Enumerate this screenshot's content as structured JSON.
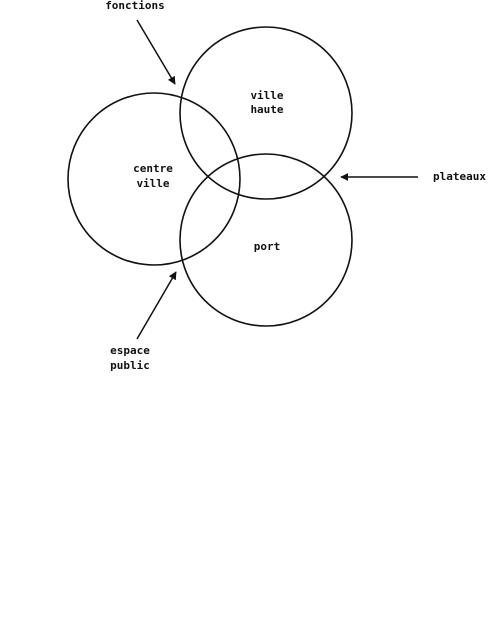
{
  "diagram": {
    "circles": {
      "ville_haute": {
        "line1": "ville",
        "line2": "haute"
      },
      "centre_ville": {
        "line1": "centre",
        "line2": "ville"
      },
      "port": {
        "line1": "port"
      }
    },
    "callouts": {
      "fonctions": {
        "text": "fonctions"
      },
      "plateaux": {
        "text": "plateaux"
      },
      "espace_public": {
        "line1": "espace",
        "line2": "public"
      }
    },
    "colors": {
      "stroke": "#111111",
      "text": "#111111",
      "background": "#ffffff"
    }
  }
}
